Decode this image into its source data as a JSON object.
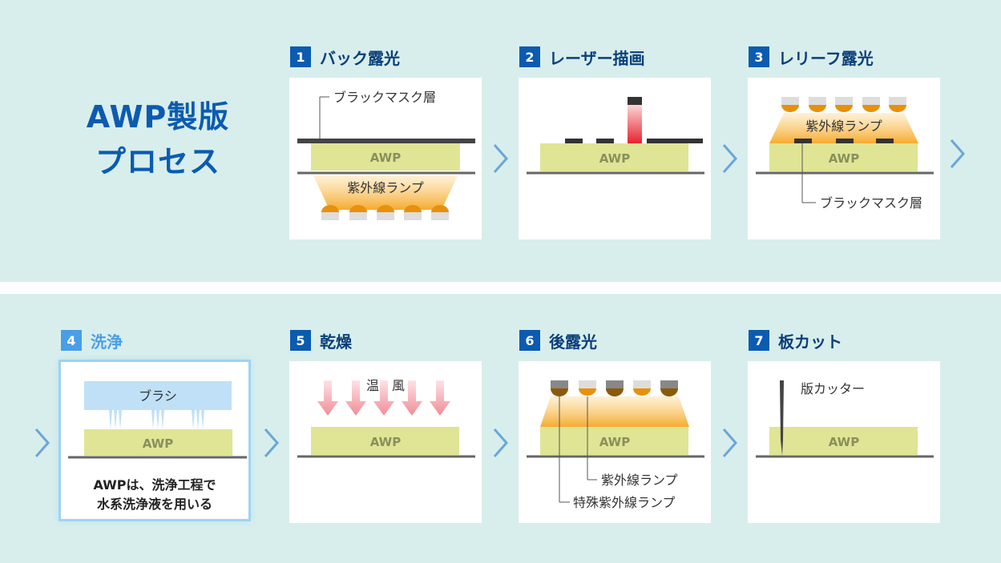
{
  "title": {
    "line1": "AWP製版",
    "line2": "プロセス"
  },
  "steps": [
    {
      "num": "1",
      "title": "バック露光",
      "labels": {
        "mask": "ブラックマスク層",
        "awp": "AWP",
        "lamp": "紫外線ランプ"
      }
    },
    {
      "num": "2",
      "title": "レーザー描画",
      "labels": {
        "awp": "AWP"
      }
    },
    {
      "num": "3",
      "title": "レリーフ露光",
      "labels": {
        "lamp": "紫外線ランプ",
        "awp": "AWP",
        "mask": "ブラックマスク層"
      }
    },
    {
      "num": "4",
      "title": "洗浄",
      "labels": {
        "brush": "ブラシ",
        "awp": "AWP",
        "note_line1": "AWPは、洗浄工程で",
        "note_line2": "水系洗浄液を用いる"
      }
    },
    {
      "num": "5",
      "title": "乾燥",
      "labels": {
        "wind": "温　風",
        "awp": "AWP"
      }
    },
    {
      "num": "6",
      "title": "後露光",
      "labels": {
        "awp": "AWP",
        "lamp": "紫外線ランプ",
        "special_lamp": "特殊紫外線ランプ"
      }
    },
    {
      "num": "7",
      "title": "板カット",
      "labels": {
        "cutter": "版カッター",
        "awp": "AWP"
      }
    }
  ],
  "colors": {
    "brand_blue": "#0b5bb0",
    "active_blue": "#4a9ee6",
    "awp_plate": "#dfe594",
    "uv_glow": "#f5b041",
    "lamp_orange": "#e8900c",
    "background": "#d8eeec",
    "arrow": "#6aa6d8"
  },
  "icons": [
    "chevron-right-icon"
  ]
}
